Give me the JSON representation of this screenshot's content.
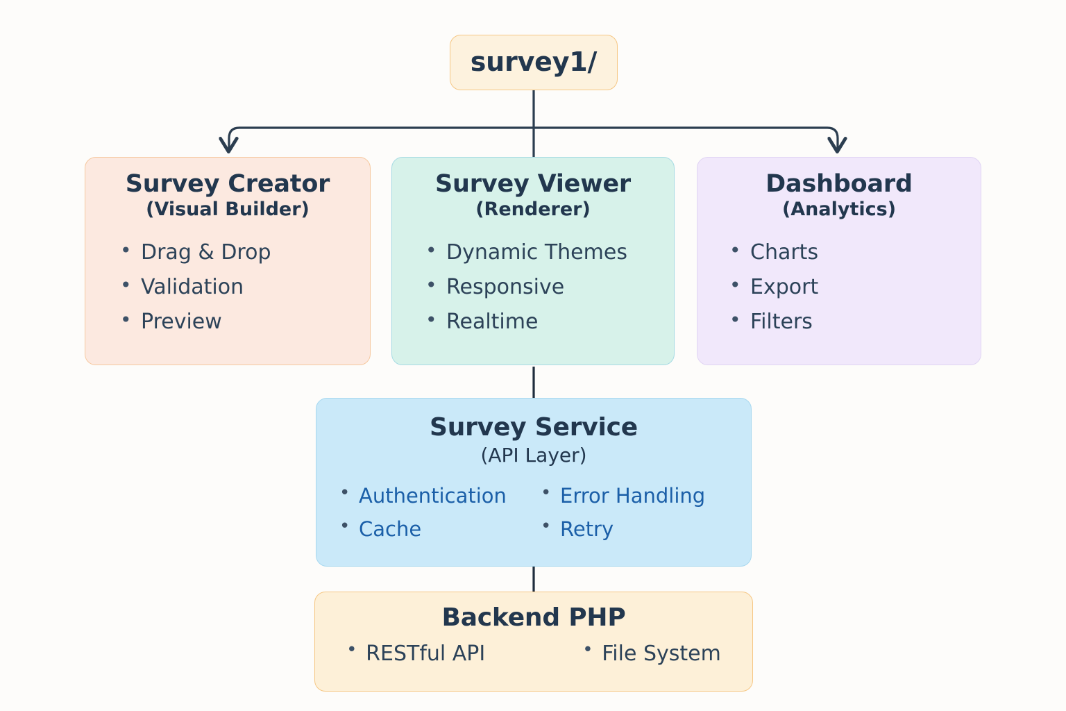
{
  "diagram": {
    "background_color": "#fdfcfa",
    "line_color": "#2c3e50",
    "root": {
      "label": "survey1/",
      "fill": "#fdf2de",
      "stroke": "#f6c784"
    },
    "tier2": [
      {
        "title": "Survey Creator",
        "subtitle": "(Visual Builder)",
        "fill": "#fce9e0",
        "stroke": "#f6c89f",
        "features": [
          "Drag & Drop",
          "Validation",
          "Preview"
        ]
      },
      {
        "title": "Survey Viewer",
        "subtitle": "(Renderer)",
        "fill": "#d7f2ea",
        "stroke": "#a7dbe3",
        "features": [
          "Dynamic Themes",
          "Responsive",
          "Realtime"
        ]
      },
      {
        "title": "Dashboard",
        "subtitle": "(Analytics)",
        "fill": "#f1e8fb",
        "stroke": "#e0d4f3",
        "features": [
          "Charts",
          "Export",
          "Filters"
        ]
      }
    ],
    "service": {
      "title": "Survey Service",
      "subtitle": "(API Layer)",
      "fill": "#cae9f9",
      "stroke": "#a7d8ef",
      "text_color": "#1b5fa8",
      "features": [
        "Authentication",
        "Error Handling",
        "Cache",
        "Retry"
      ]
    },
    "backend": {
      "title": "Backend PHP",
      "fill": "#fdf0d8",
      "stroke": "#f6c784",
      "features": [
        "RESTful API",
        "File System"
      ]
    }
  }
}
